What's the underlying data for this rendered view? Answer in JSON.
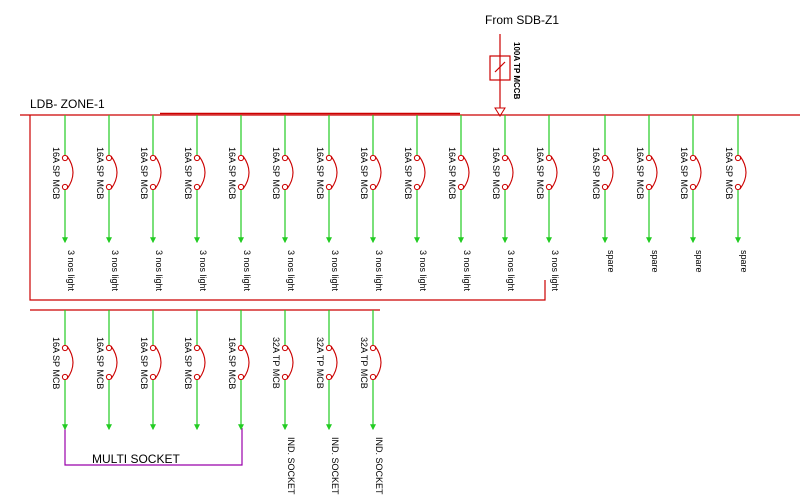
{
  "source_label": "From SDB-Z1",
  "incomer_rating": "100A TP MCCB",
  "board_label": "LDB- ZONE-1",
  "multi_socket_label": "MULTI SOCKET",
  "colors": {
    "busbar": "#cc0000",
    "switch": "#cc0000",
    "feeder": "#22cc22",
    "socket_bus": "#9900aa",
    "text": "#000000"
  },
  "top_row": [
    {
      "breaker": "16A SP MCB",
      "load": "3 nos light"
    },
    {
      "breaker": "16A SP MCB",
      "load": "3 nos light"
    },
    {
      "breaker": "16A SP MCB",
      "load": "3 nos light"
    },
    {
      "breaker": "16A SP MCB",
      "load": "3 nos light"
    },
    {
      "breaker": "16A SP MCB",
      "load": "3 nos light"
    },
    {
      "breaker": "16A SP MCB",
      "load": "3 nos light"
    },
    {
      "breaker": "16A SP MCB",
      "load": "3 nos light"
    },
    {
      "breaker": "16A SP MCB",
      "load": "3 nos light"
    },
    {
      "breaker": "16A SP MCB",
      "load": "3 nos light"
    },
    {
      "breaker": "16A SP MCB",
      "load": "3 nos light"
    },
    {
      "breaker": "16A SP MCB",
      "load": "3 nos light"
    },
    {
      "breaker": "16A SP MCB",
      "load": "3 nos light"
    },
    {
      "breaker": "16A SP MCB",
      "load": "spare"
    },
    {
      "breaker": "16A SP MCB",
      "load": "spare"
    },
    {
      "breaker": "16A SP MCB",
      "load": "spare"
    },
    {
      "breaker": "16A SP MCB",
      "load": "spare"
    }
  ],
  "bottom_row": [
    {
      "breaker": "16A SP MCB",
      "load": ""
    },
    {
      "breaker": "16A SP MCB",
      "load": ""
    },
    {
      "breaker": "16A SP MCB",
      "load": ""
    },
    {
      "breaker": "16A SP MCB",
      "load": ""
    },
    {
      "breaker": "16A SP MCB",
      "load": ""
    },
    {
      "breaker": "32A TP MCB",
      "load": "IND. SOCKET"
    },
    {
      "breaker": "32A TP MCB",
      "load": "IND. SOCKET"
    },
    {
      "breaker": "32A TP MCB",
      "load": "IND. SOCKET"
    }
  ]
}
